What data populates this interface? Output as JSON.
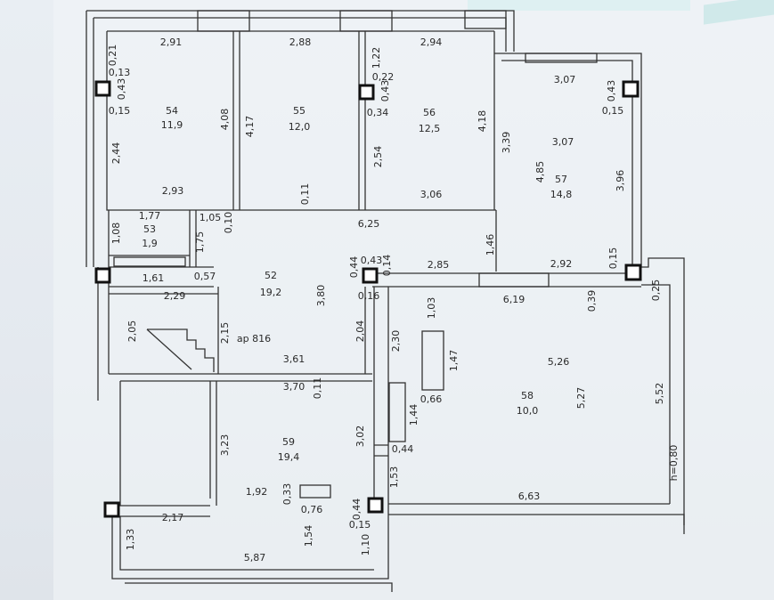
{
  "rooms": [
    {
      "id": "54",
      "number": "54",
      "area": "11,9"
    },
    {
      "id": "55",
      "number": "55",
      "area": "12,0"
    },
    {
      "id": "56",
      "number": "56",
      "area": "12,5"
    },
    {
      "id": "57",
      "number": "57",
      "area": "14,8"
    },
    {
      "id": "53",
      "number": "53",
      "area": "1,9"
    },
    {
      "id": "52",
      "number": "52",
      "area": "19,2"
    },
    {
      "id": "58",
      "number": "58",
      "area": "10,0"
    },
    {
      "id": "59",
      "number": "59",
      "area": "19,4"
    }
  ],
  "stair_label": "ap 816",
  "height_label": "h=0,80",
  "dimensions": {
    "d1": "2,91",
    "d2": "2,88",
    "d3": "2,94",
    "d4": "0,21",
    "d5": "0,13",
    "d6": "0,43",
    "d7": "0,15",
    "d8": "1,22",
    "d9": "0,22",
    "d10": "0,43",
    "d11": "0,34",
    "d12": "4,08",
    "d13": "4,17",
    "d14": "4,18",
    "d15": "2,44",
    "d16": "2,54",
    "d17": "2,93",
    "d18": "0,11",
    "d19": "3,06",
    "d20": "3,07",
    "d21": "0,43",
    "d22": "0,15",
    "d23": "3,39",
    "d24": "3,07",
    "d25": "4,85",
    "d26": "3,96",
    "d27": "1,77",
    "d28": "1,05",
    "d29": "0,10",
    "d30": "6,25",
    "d31": "1,08",
    "d32": "1,75",
    "d33": "1,46",
    "d34": "1,61",
    "d35": "0,57",
    "d36": "0,43",
    "d37": "0,14",
    "d38": "2,85",
    "d39": "2,92",
    "d40": "0,15",
    "d41": "2,29",
    "d42": "0,44",
    "d43": "3,80",
    "d44": "0,16",
    "d45": "6,19",
    "d46": "0,39",
    "d47": "0,25",
    "d48": "2,05",
    "d49": "2,15",
    "d50": "2,04",
    "d51": "2,30",
    "d52": "1,03",
    "d53": "3,61",
    "d54": "5,26",
    "d55": "1,47",
    "d56": "3,70",
    "d57": "0,11",
    "d58": "5,27",
    "d59": "5,52",
    "d60": "0,66",
    "d61": "1,44",
    "d62": "3,23",
    "d63": "3,02",
    "d64": "0,44",
    "d65": "1,53",
    "d66": "1,92",
    "d67": "0,33",
    "d68": "0,76",
    "d69": "0,44",
    "d70": "6,63",
    "d71": "2,17",
    "d72": "0,15",
    "d73": "1,33",
    "d74": "1,54",
    "d75": "5,87",
    "d76": "1,10"
  }
}
